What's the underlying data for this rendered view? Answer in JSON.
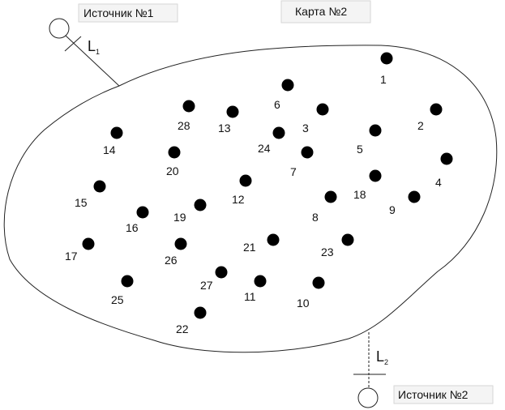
{
  "map_title": "Карта №2",
  "sources": [
    {
      "label": "Источник №1"
    },
    {
      "label": "Источник №2"
    }
  ],
  "lines": [
    {
      "label": "L",
      "subscript": "1"
    },
    {
      "label": "L",
      "subscript": "2"
    }
  ],
  "points": [
    "1",
    "2",
    "3",
    "4",
    "5",
    "6",
    "7",
    "8",
    "9",
    "10",
    "11",
    "12",
    "13",
    "14",
    "15",
    "16",
    "17",
    "18",
    "19",
    "20",
    "21",
    "22",
    "23",
    "24",
    "25",
    "26",
    "27",
    "28"
  ]
}
